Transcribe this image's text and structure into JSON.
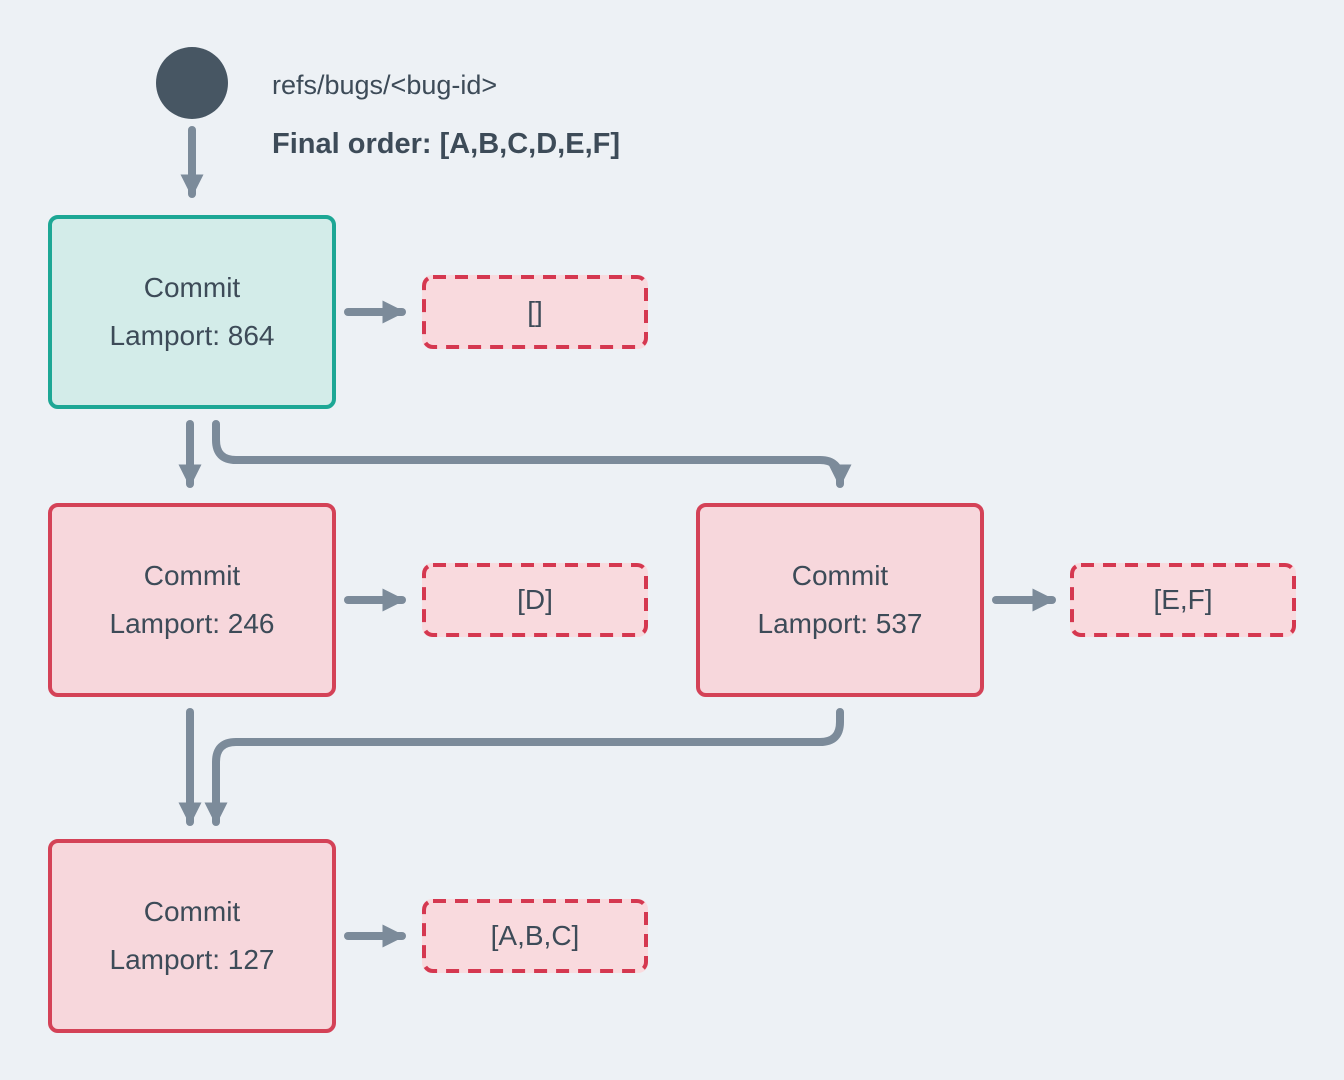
{
  "title": "Commit graph with Lamport clocks",
  "colors": {
    "bg": "#edf1f5",
    "ink": "#3d4b58",
    "node": "#475663",
    "arrow": "#7c8b9a",
    "teal-border": "#1da795",
    "teal-fill": "#d3ece9",
    "red-border": "#d44257",
    "red-fill": "#f7d7dc",
    "dash-border": "#d53850",
    "dash-fill": "#f9dade"
  },
  "header": {
    "ref_label": "refs/bugs/<bug-id>",
    "final_order_label": "Final order: [A,B,C,D,E,F]"
  },
  "commits": {
    "c864": {
      "type_label": "Commit",
      "lamport_label": "Lamport: 864"
    },
    "c246": {
      "type_label": "Commit",
      "lamport_label": "Lamport: 246"
    },
    "c537": {
      "type_label": "Commit",
      "lamport_label": "Lamport: 537"
    },
    "c127": {
      "type_label": "Commit",
      "lamport_label": "Lamport: 127"
    }
  },
  "payloads": {
    "p_root": "[]",
    "p_d": "[D]",
    "p_ef": "[E,F]",
    "p_abc": "[A,B,C]"
  }
}
